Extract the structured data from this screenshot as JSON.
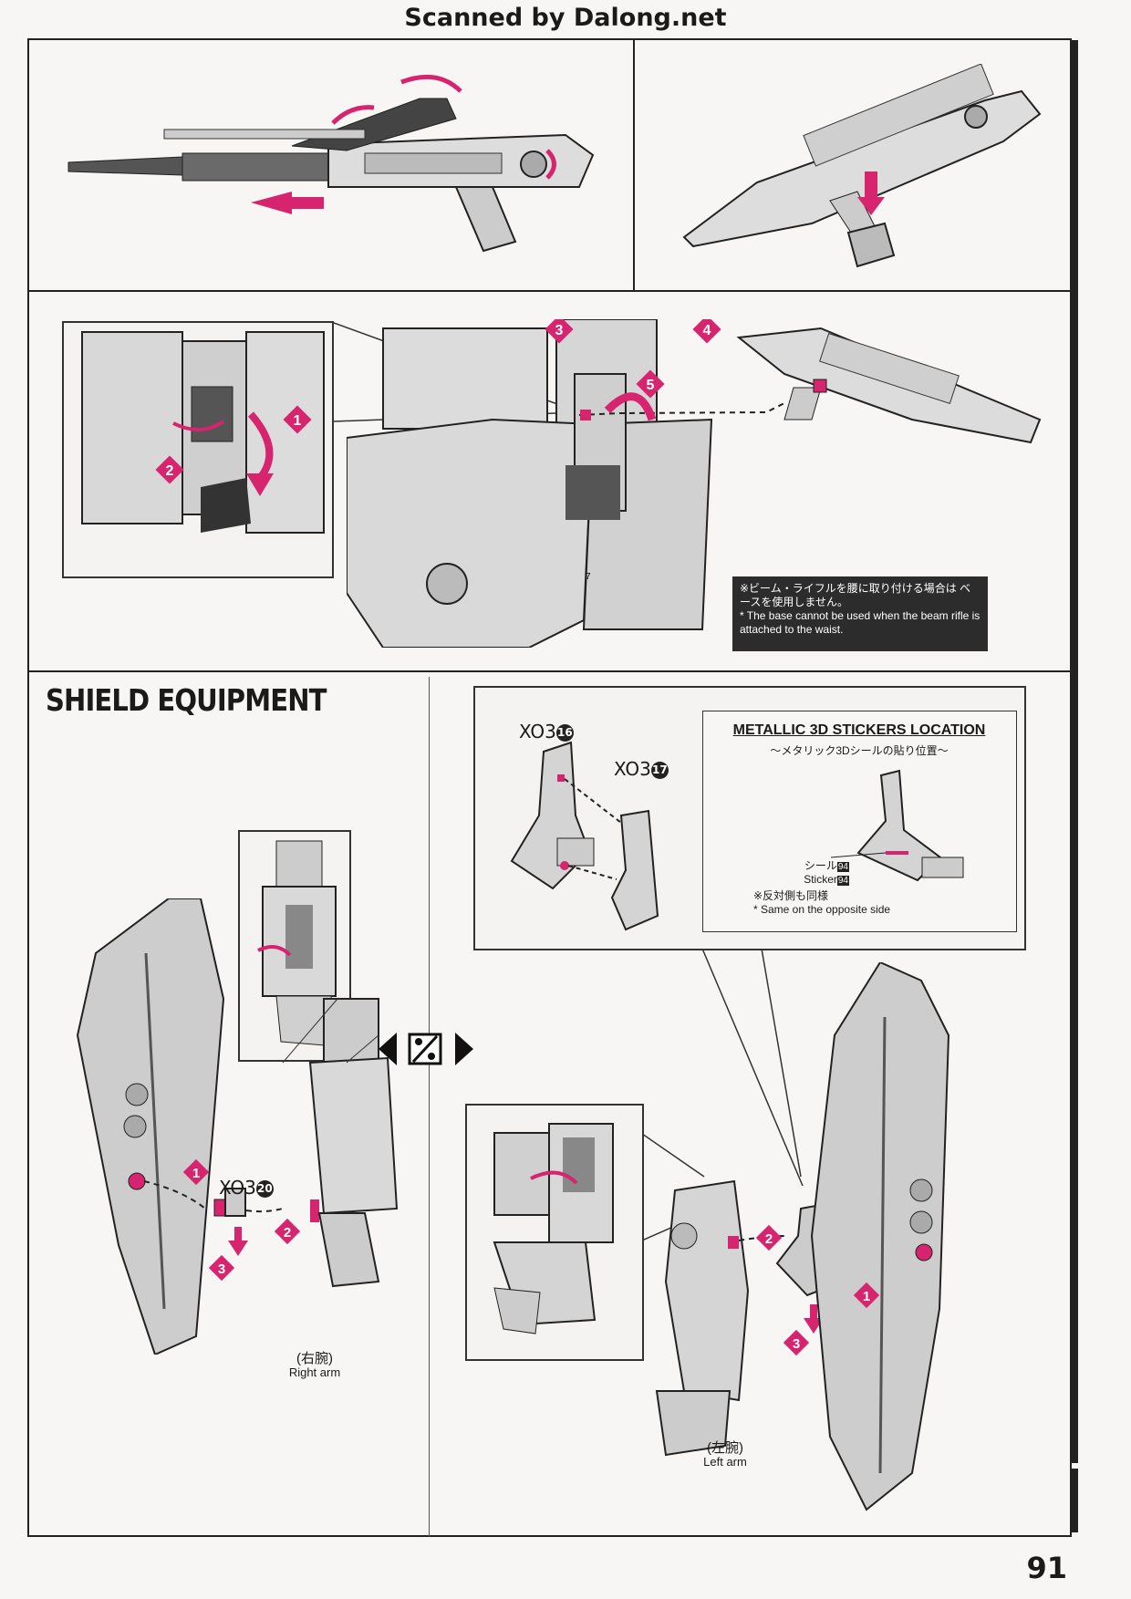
{
  "header": {
    "scan_credit": "Scanned by Dalong.net"
  },
  "waist_section": {
    "note_ja": "※ビーム・ライフルを腰に取り付ける場合は ベースを使用しません。",
    "note_en": "* The base cannot be used when the beam rifle is attached to the waist.",
    "part_number": "7",
    "steps": [
      "1",
      "2",
      "3",
      "4",
      "5"
    ]
  },
  "shield_section": {
    "title": "SHIELD EQUIPMENT",
    "right": {
      "part_code": "XO3",
      "part_num": "20",
      "arm_label_ja": "(右腕)",
      "arm_label_en": "Right arm",
      "steps": [
        "1",
        "2",
        "3"
      ]
    },
    "left": {
      "part_a_code": "XO3",
      "part_a_num": "16",
      "part_b_code": "XO3",
      "part_b_num": "17",
      "arm_label_ja": "(左腕)",
      "arm_label_en": "Left arm",
      "steps": [
        "1",
        "2",
        "3"
      ]
    },
    "stickers_box": {
      "title": "METALLIC 3D STICKERS LOCATION",
      "subtitle": "〜メタリック3Dシールの貼り位置〜",
      "sticker_ja": "シール",
      "sticker_en": "Sticker",
      "sticker_num": "94",
      "opposite_ja": "※反対側も同様",
      "opposite_en": "* Same on the opposite side"
    }
  },
  "page_number": "91",
  "colors": {
    "accent": "#d6246e",
    "ink": "#222222",
    "part_fill": "#c8c8c8"
  }
}
